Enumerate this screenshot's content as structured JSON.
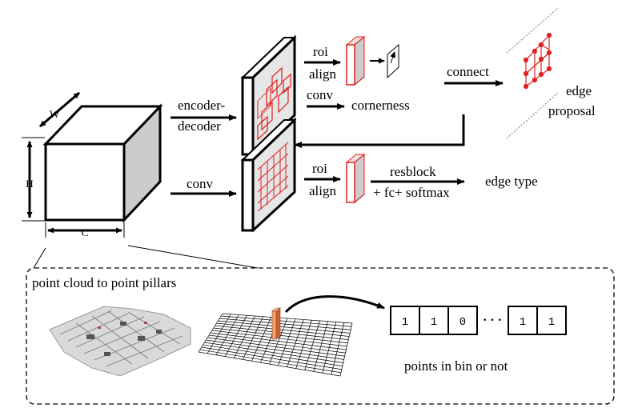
{
  "cube": {
    "w_label": "W",
    "h_label": "H",
    "c_label": "C"
  },
  "labels": {
    "encoder_line1": "encoder-",
    "encoder_line2": "decoder",
    "conv_bottom": "conv",
    "roi_top": "roi",
    "align_top": "align",
    "conv_mid": "conv",
    "cornerness": "cornerness",
    "connect": "connect",
    "edge": "edge",
    "proposal": "proposal",
    "roi_bottom": "roi",
    "align_bottom": "align",
    "resblock": "resblock",
    "fc_softmax": "+ fc+ softmax",
    "edge_type": "edge type"
  },
  "pillars_box": {
    "title": "point cloud to point pillars",
    "bins": [
      "1",
      "1",
      "0",
      "1",
      "1"
    ],
    "ellipsis": "· · ·",
    "caption": "points in bin or not"
  },
  "colors": {
    "red": "#e02020",
    "gray": "#c8c8c8",
    "pillar": "#f0a070"
  }
}
